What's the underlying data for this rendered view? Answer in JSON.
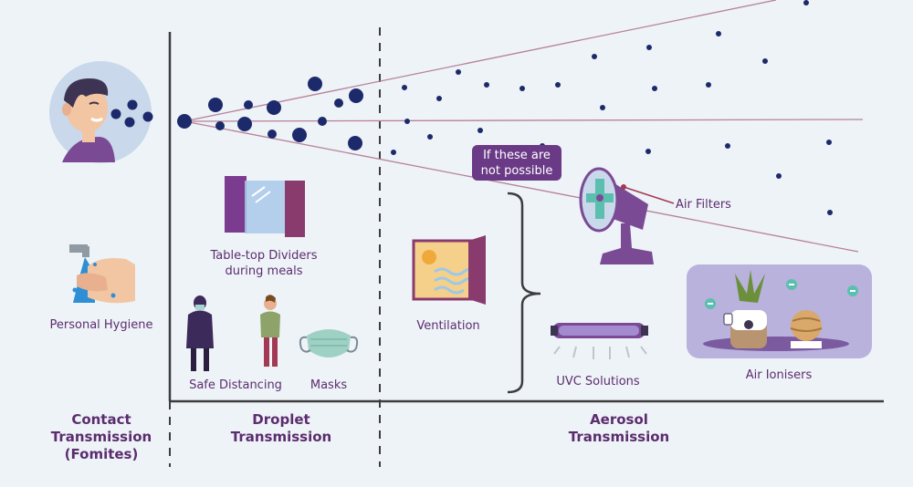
{
  "callout": {
    "line1": "If these are",
    "line2": "not possible"
  },
  "labels": {
    "personal_hygiene": "Personal Hygiene",
    "dividers_line1": "Table-top Dividers",
    "dividers_line2": "during meals",
    "safe_distancing": "Safe Distancing",
    "masks": "Masks",
    "ventilation": "Ventilation",
    "uvc": "UVC Solutions",
    "air_filters": "Air Filters",
    "air_ionisers": "Air Ionisers"
  },
  "categories": {
    "contact": {
      "line1": "Contact",
      "line2": "Transmission",
      "line3": "(Fomites)"
    },
    "droplet": {
      "line1": "Droplet",
      "line2": "Transmission"
    },
    "aerosol": {
      "line1": "Aerosol",
      "line2": "Transmission"
    }
  },
  "colors": {
    "purple": "#5b2d6e",
    "navy": "#1c2a6b",
    "background": "#eef3f8",
    "callout": "#6a3a86"
  },
  "icons": [
    "person-sneezing-icon",
    "handwashing-icon",
    "divider-icon",
    "person-mask-icon",
    "person-icon",
    "mask-icon",
    "ventilation-window-icon",
    "uvc-lamp-icon",
    "air-filter-fan-icon",
    "air-ioniser-icon"
  ]
}
